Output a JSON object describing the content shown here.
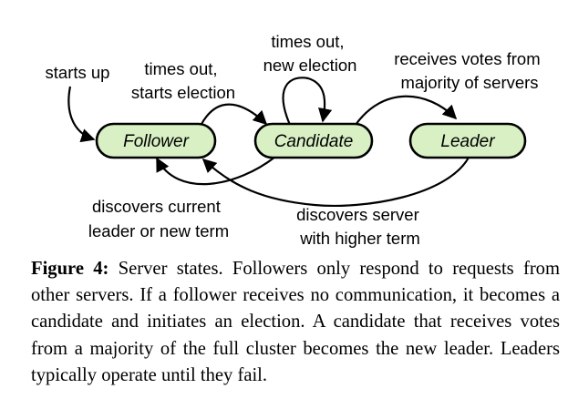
{
  "diagram": {
    "states": {
      "follower": "Follower",
      "candidate": "Candidate",
      "leader": "Leader"
    },
    "edges": {
      "starts_up": "starts up",
      "timeout_election": [
        "times out,",
        "starts election"
      ],
      "timeout_new_election": [
        "times out,",
        "new election"
      ],
      "receives_votes": [
        "receives votes from",
        "majority of servers"
      ],
      "discovers_leader": [
        "discovers current",
        "leader or new term"
      ],
      "discovers_higher": [
        "discovers server",
        "with higher term"
      ]
    }
  },
  "caption": {
    "label": "Figure 4:",
    "text": "Server states. Followers only respond to requests from other servers. If a follower receives no communication, it becomes a candidate and initiates an election. A candidate that receives votes from a majority of the full cluster becomes the new leader. Leaders typically operate until they fail."
  }
}
